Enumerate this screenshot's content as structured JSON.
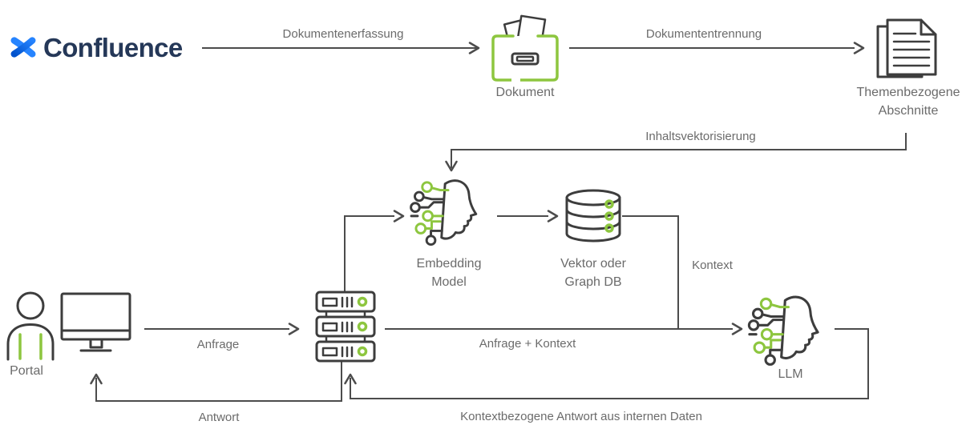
{
  "colors": {
    "accent_green": "#8dc63f",
    "line_gray": "#4c4c4c",
    "icon_dark": "#3d3d3d",
    "label_gray": "#6b6b6b",
    "confluence_dark_blue": "#0052CC",
    "confluence_light_blue": "#2684FF",
    "confluence_text": "#253858"
  },
  "logo": {
    "product": "Confluence"
  },
  "labels": {
    "doc_capture": "Dokumentenerfassung",
    "doc_split": "Dokumententrennung",
    "vectorization": "Inhaltsvektorisierung",
    "context": "Kontext",
    "request": "Anfrage",
    "request_plus_context": "Anfrage + Kontext",
    "answer": "Antwort",
    "context_answer": "Kontextbezogene Antwort aus internen Daten"
  },
  "nodes": {
    "document": {
      "label": "Dokument"
    },
    "sections": {
      "line1": "Themenbezogene",
      "line2": "Abschnitte"
    },
    "embedding": {
      "line1": "Embedding",
      "line2": "Model"
    },
    "database": {
      "line1": "Vektor oder",
      "line2": "Graph DB"
    },
    "llm": {
      "label": "LLM"
    },
    "portal": {
      "label": "Portal"
    }
  },
  "icons": {
    "confluence_mark": "blue-x-swoosh",
    "document": "green-drawer-with-papers",
    "sections": "stacked-documents",
    "embedding": "ai-head-circuit",
    "database": "database-cylinder",
    "llm": "ai-head-circuit",
    "portal_user": "person",
    "portal_screen": "monitor",
    "middleware": "server-stack"
  }
}
